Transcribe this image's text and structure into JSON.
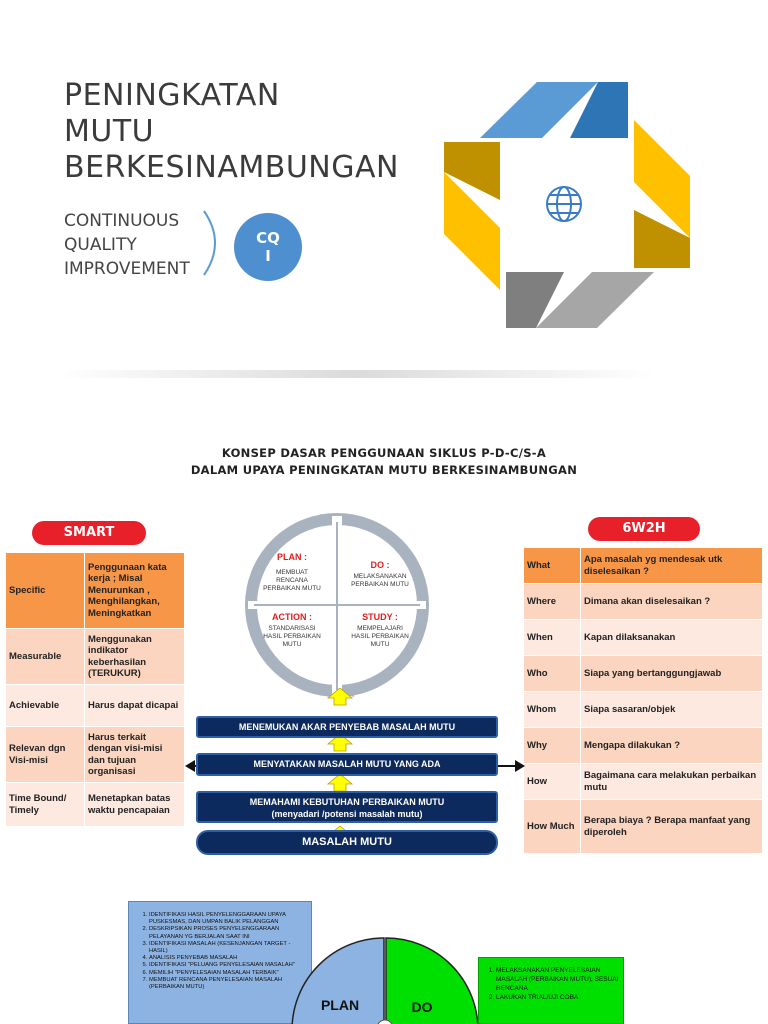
{
  "slide1": {
    "title": "PENINGKATAN\nMUTU\nBERKESINAMBUNGAN",
    "subtitle": "CONTINUOUS\nQUALITY\nIMPROVEMENT",
    "badge": "CQI",
    "icon": "globe-icon",
    "colors": {
      "blue": "#5b9bd5",
      "dark_blue": "#2e75b6",
      "yellow": "#ffc000",
      "dark_yellow": "#bf9000",
      "gray": "#a6a6a6",
      "dark_gray": "#7f7f7f"
    }
  },
  "slide2": {
    "heading_line1": "KONSEP DASAR PENGGUNAAN SIKLUS P-D-C/S-A",
    "heading_line2": "DALAM UPAYA PENINGKATAN MUTU BERKESINAMBUNGAN",
    "smart": {
      "label": "SMART",
      "rows": [
        {
          "key": "Specific",
          "value": "Penggunaan kata kerja ; Misal Menurunkan , Menghilangkan, Meningkatkan"
        },
        {
          "key": "Measurable",
          "value": "Menggunakan indikator keberhasilan (TERUKUR)"
        },
        {
          "key": "Achievable",
          "value": "Harus dapat dicapai"
        },
        {
          "key": "Relevan dgn Visi-misi",
          "value": "Harus terkait dengan visi-misi dan tujuan organisasi"
        },
        {
          "key": "Time Bound/ Timely",
          "value": "Menetapkan batas waktu pencapaian"
        }
      ]
    },
    "w2h": {
      "label": "6W2H",
      "rows": [
        {
          "key": "What",
          "value": "Apa masalah yg mendesak utk diselesaikan ?"
        },
        {
          "key": "Where",
          "value": "Dimana akan diselesaikan ?"
        },
        {
          "key": "When",
          "value": "Kapan dilaksanakan"
        },
        {
          "key": "Who",
          "value": "Siapa yang bertanggungjawab"
        },
        {
          "key": "Whom",
          "value": "Siapa sasaran/objek"
        },
        {
          "key": "Why",
          "value": "Mengapa dilakukan ?"
        },
        {
          "key": "How",
          "value": "Bagaimana cara melakukan perbaikan mutu"
        },
        {
          "key": "How Much",
          "value": "Berapa biaya ? Berapa manfaat yang diperoleh"
        }
      ]
    },
    "pdca": {
      "plan_title": "PLAN :",
      "plan_text1": "MEMBUAT",
      "plan_text2": "RENCANA",
      "plan_text3": "PERBAIKAN MUTU",
      "do_title": "DO :",
      "do_text1": "MELAKSANAKAN",
      "do_text2": "PERBAIKAN MUTU",
      "action_title": "ACTION :",
      "action_text1": "STANDARISASI",
      "action_text2": "HASIL PERBAIKAN",
      "action_text3": "MUTU",
      "study_title": "STUDY :",
      "study_text1": "MEMPELAJARI",
      "study_text2": "HASIL PERBAIKAN",
      "study_text3": "MUTU"
    },
    "steps": {
      "step4": "MENEMUKAN AKAR PENYEBAB MASALAH MUTU",
      "step3": "MENYATAKAN MASALAH MUTU YANG ADA",
      "step2a": "MEMAHAMI KEBUTUHAN PERBAIKAN MUTU",
      "step2b": "(menyadari /potensi masalah mutu)",
      "step1": "MASALAH MUTU"
    }
  },
  "slide3": {
    "plan_items": [
      "IDENTIFIKASI HASIL PENYELENGGARAAN UPAYA PUSKESMAS, DAN UMPAN BALIK PELANGGAN",
      "DESKRIPSIKAN PROSES PENYELENGGARAAN PELAYANAN YG BERJALAN SAAT INI",
      "IDENTIFIKASI MASALAH (KESENJANGAN TARGET - HASIL)",
      "ANALISIS PENYEBAB MASALAH",
      "IDENTIFIKASI \"PELUANG PENYELESAIAN MASALAH\"",
      "MEMILIH \"PENYELESAIAN MASALAH TERBAIK\"",
      "MEMBUAT RENCANA PENYELESAIAN MASALAH (PERBAIKAN MUTU)"
    ],
    "do_items": [
      "MELAKSANAKAN PENYELESAIAN MASALAH (PERBAIKAN MUTU), SESUAI RENCANA",
      "LAKUKAN TRIAL/UJI COBA"
    ],
    "plan_label": "PLAN",
    "do_label": "DO"
  }
}
